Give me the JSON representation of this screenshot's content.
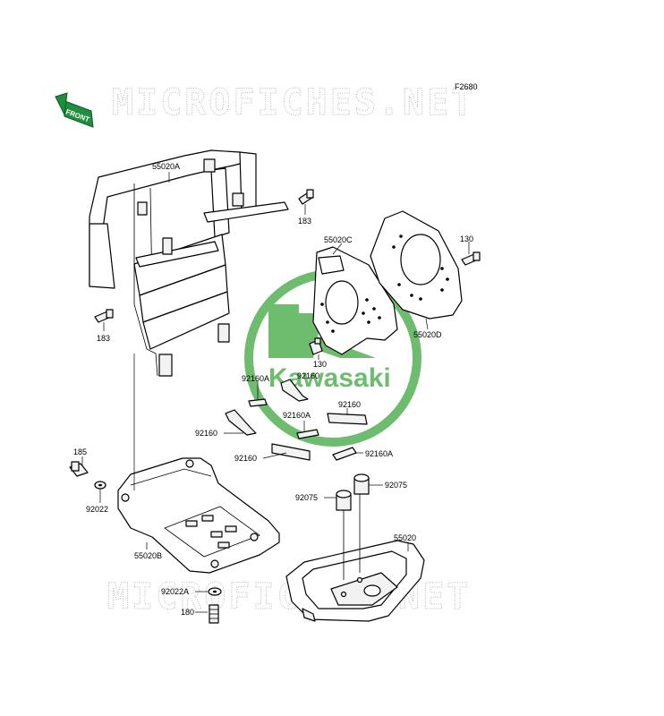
{
  "figure_code": "F2680",
  "watermarks": {
    "top": "MICROFICHES.NET",
    "bottom": "MICROFICHES.NET"
  },
  "front_marker": "FRONT",
  "brand_logo_text": "Kawasaki",
  "colors": {
    "brand_green": "#5fb65f",
    "marker_green": "#1f8f3f",
    "watermark_gray": "#b8b8b8"
  },
  "parts": {
    "front_guard_label": "55020A",
    "bolt_183_top": "183",
    "bolt_183_left": "183",
    "brake_plate_c": "55020C",
    "brake_plate_d": "55020D",
    "bolt_130_right": "130",
    "bolt_130_center": "130",
    "pad_92160a_1": "92160A",
    "pad_92160_1": "92160",
    "pad_92160a_2": "92160A",
    "pad_92160_2": "92160",
    "pad_92160_3": "92160",
    "pad_92160_4": "92160",
    "pad_92160a_3": "92160A",
    "bolt_185": "185",
    "washer_92022": "92022",
    "collar_92075_left": "92075",
    "collar_92075_right": "92075",
    "skid_plate_label": "55020B",
    "rear_guard_label": "55020",
    "washer_92022a": "92022A",
    "bolt_180": "180"
  }
}
